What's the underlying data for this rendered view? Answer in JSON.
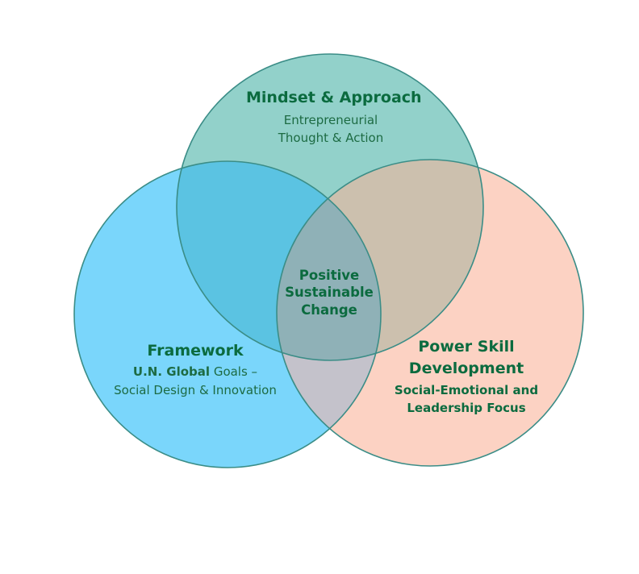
{
  "colors": {
    "top_circle": "#92d1ca",
    "left_circle": "#7ad6fb",
    "right_circle": "#fcd2c3",
    "outline": "#3b8d87",
    "text": "#0b6b3f"
  },
  "venn": {
    "top": {
      "title": "Mindset & Approach",
      "line1": "Entrepreneurial",
      "line2": "Thought & Action"
    },
    "left": {
      "title": "Framework",
      "line1_bold": "U.N. Global",
      "line1_rest": " Goals –",
      "line2": "Social Design & Innovation"
    },
    "right": {
      "title_line1": "Power Skill",
      "title_line2": "Development",
      "line1": "Social-Emotional and",
      "line2": "Leadership Focus"
    },
    "center": {
      "line1": "Positive",
      "line2": "Sustainable",
      "line3": "Change"
    }
  }
}
